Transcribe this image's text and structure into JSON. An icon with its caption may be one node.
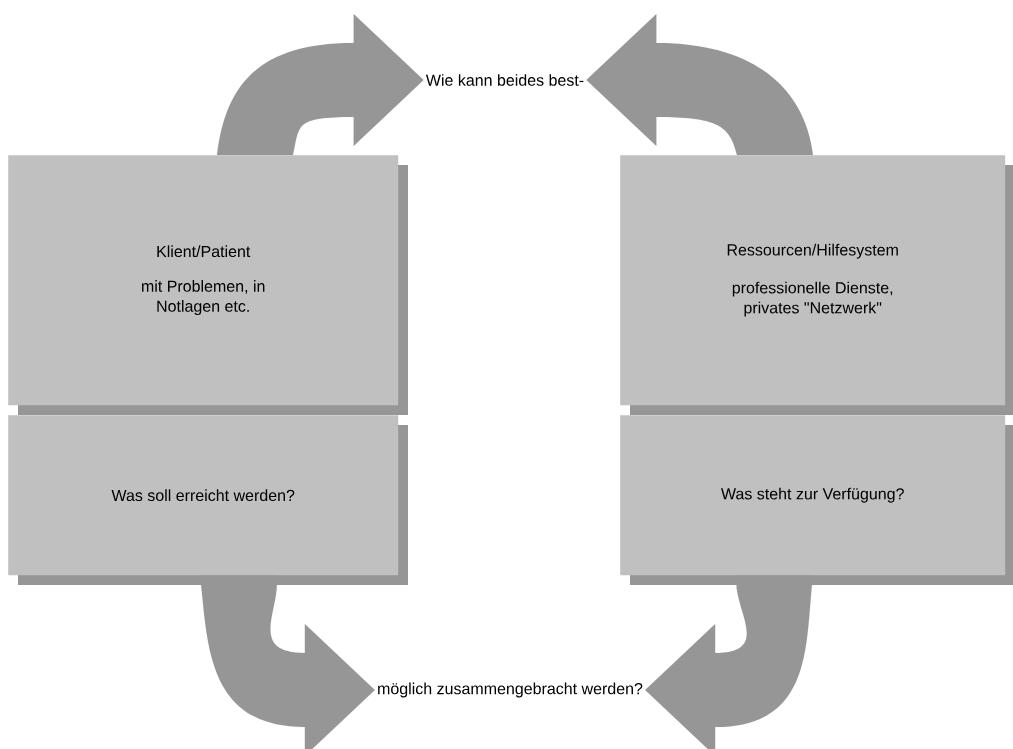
{
  "diagram": {
    "nodes": [
      {
        "text": [
          "Wie kann beides best-"
        ]
      },
      {
        "text": [
          "Klient/Patient",
          "mit Problemen, in Notlagen etc."
        ]
      },
      {
        "text": [
          "Ressourcen/Hilfesystem",
          "professionelle Dienste, privates \"Netzwerk\""
        ]
      },
      {
        "text": [
          "Was soll erreicht werden?"
        ]
      },
      {
        "text": [
          "Was steht zur Verfügung?"
        ]
      },
      {
        "text": [
          "möglich zusammengebracht werden?"
        ]
      }
    ],
    "edges": [
      {
        "from": 1,
        "to": 0,
        "arrow": "to"
      },
      {
        "from": 2,
        "to": 0,
        "arrow": "to"
      },
      {
        "from": 3,
        "to": 5,
        "arrow": "to"
      },
      {
        "from": 4,
        "to": 5,
        "arrow": "to"
      }
    ]
  }
}
